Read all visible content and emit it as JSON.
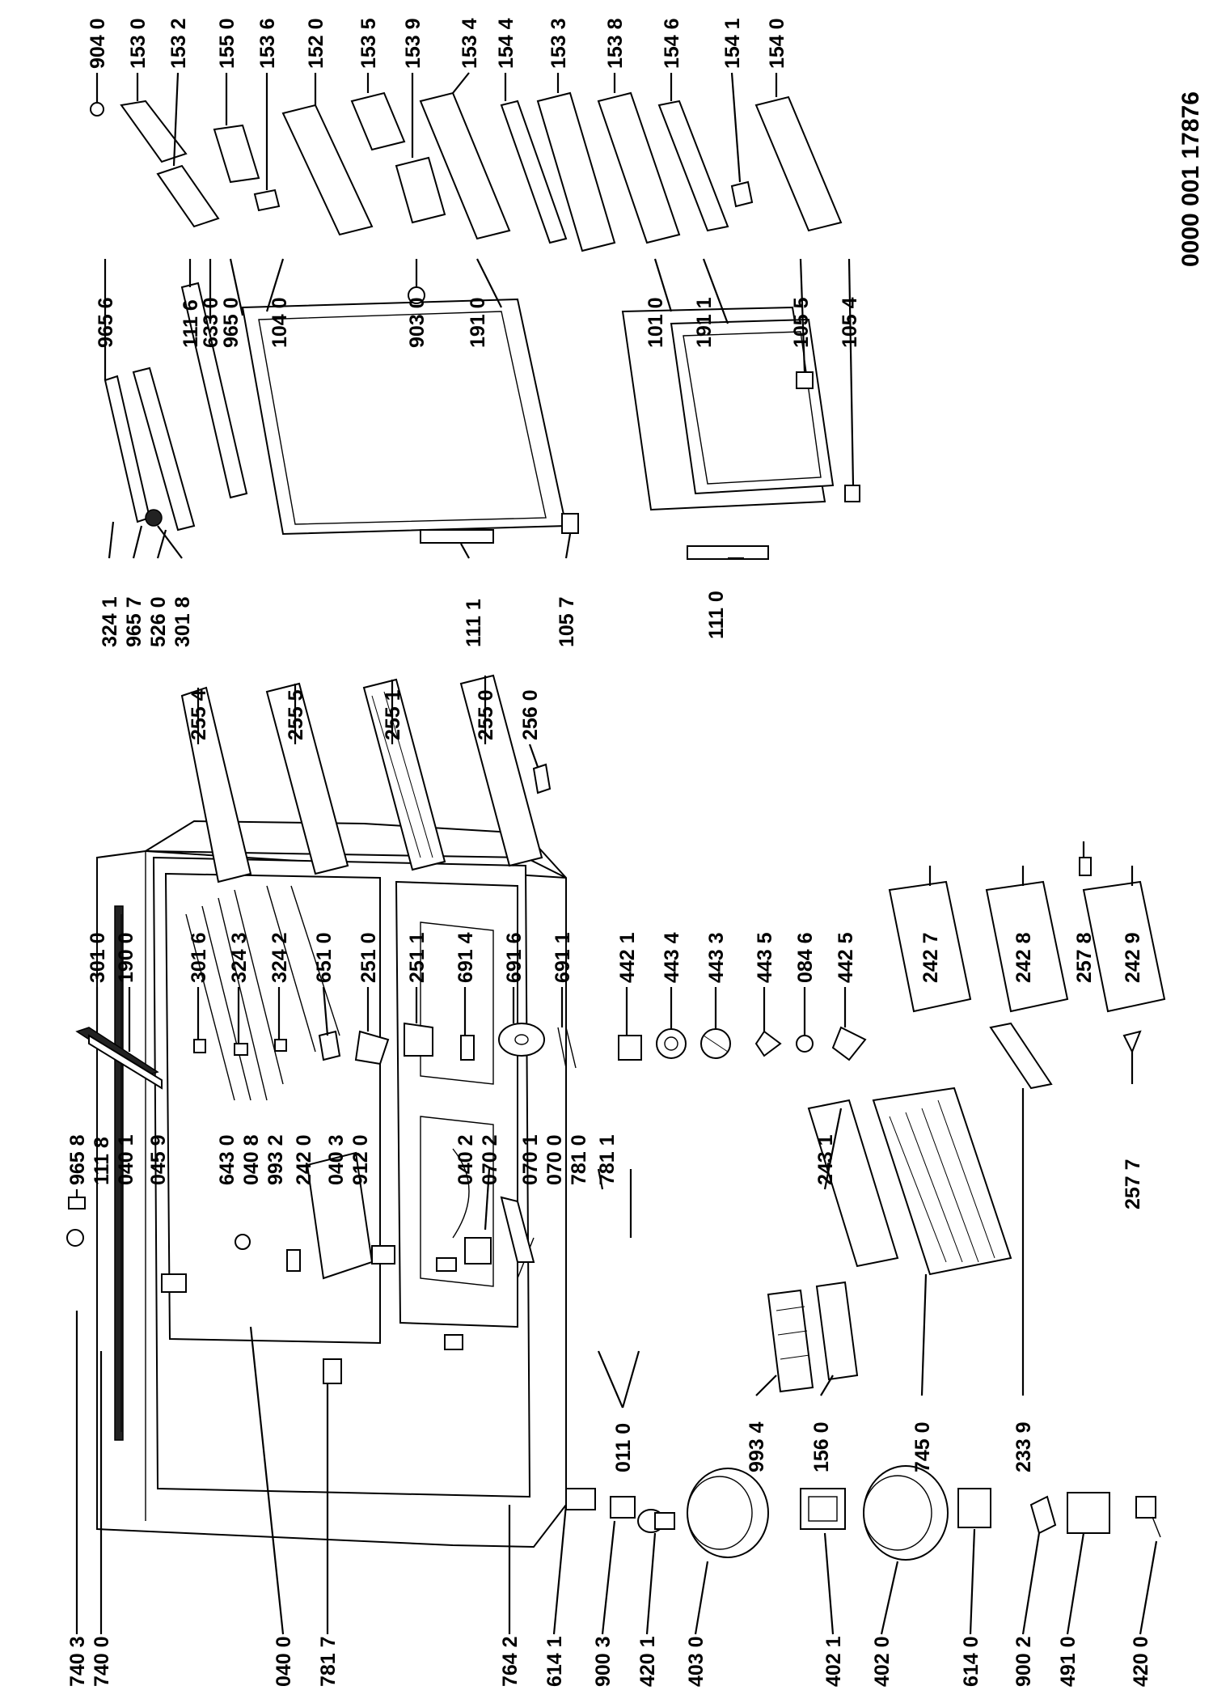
{
  "document_code": "0000 001 17876",
  "labels": [
    {
      "id": "740-3",
      "text": "740 3"
    },
    {
      "id": "740-0",
      "text": "740 0"
    },
    {
      "id": "040-0",
      "text": "040 0"
    },
    {
      "id": "781-7",
      "text": "781 7"
    },
    {
      "id": "764-2",
      "text": "764 2"
    },
    {
      "id": "614-1",
      "text": "614 1"
    },
    {
      "id": "900-3",
      "text": "900 3"
    },
    {
      "id": "420-1",
      "text": "420 1"
    },
    {
      "id": "403-0",
      "text": "403 0"
    },
    {
      "id": "402-1",
      "text": "402 1"
    },
    {
      "id": "402-0",
      "text": "402 0"
    },
    {
      "id": "614-0",
      "text": "614 0"
    },
    {
      "id": "900-2",
      "text": "900 2"
    },
    {
      "id": "491-0",
      "text": "491 0"
    },
    {
      "id": "420-0",
      "text": "420 0"
    },
    {
      "id": "011-0",
      "text": "011 0"
    },
    {
      "id": "993-4",
      "text": "993 4"
    },
    {
      "id": "156-0",
      "text": "156 0"
    },
    {
      "id": "745-0",
      "text": "745 0"
    },
    {
      "id": "233-9",
      "text": "233 9"
    },
    {
      "id": "965-8",
      "text": "965 8"
    },
    {
      "id": "111-8",
      "text": "111 8"
    },
    {
      "id": "040-1",
      "text": "040 1"
    },
    {
      "id": "045-9",
      "text": "045 9"
    },
    {
      "id": "643-0",
      "text": "643 0"
    },
    {
      "id": "040-8",
      "text": "040 8"
    },
    {
      "id": "993-2",
      "text": "993 2"
    },
    {
      "id": "242-0",
      "text": "242 0"
    },
    {
      "id": "040-3",
      "text": "040 3"
    },
    {
      "id": "912-0",
      "text": "912 0"
    },
    {
      "id": "040-2",
      "text": "040 2"
    },
    {
      "id": "070-2",
      "text": "070 2"
    },
    {
      "id": "070-1",
      "text": "070 1"
    },
    {
      "id": "070-0",
      "text": "070 0"
    },
    {
      "id": "781-0",
      "text": "781 0"
    },
    {
      "id": "781-1",
      "text": "781 1"
    },
    {
      "id": "243-1",
      "text": "243 1"
    },
    {
      "id": "301-0",
      "text": "301 0"
    },
    {
      "id": "190-0",
      "text": "190 0"
    },
    {
      "id": "301-6",
      "text": "301 6"
    },
    {
      "id": "324-3",
      "text": "324 3"
    },
    {
      "id": "324-2",
      "text": "324 2"
    },
    {
      "id": "651-0",
      "text": "651 0"
    },
    {
      "id": "251-0",
      "text": "251 0"
    },
    {
      "id": "251-1",
      "text": "251 1"
    },
    {
      "id": "691-4",
      "text": "691 4"
    },
    {
      "id": "691-6",
      "text": "691 6"
    },
    {
      "id": "691-1",
      "text": "691 1"
    },
    {
      "id": "442-1",
      "text": "442 1"
    },
    {
      "id": "443-4",
      "text": "443 4"
    },
    {
      "id": "443-3",
      "text": "443 3"
    },
    {
      "id": "443-5",
      "text": "443 5"
    },
    {
      "id": "084-6",
      "text": "084 6"
    },
    {
      "id": "442-5",
      "text": "442 5"
    },
    {
      "id": "242-7",
      "text": "242 7"
    },
    {
      "id": "242-8",
      "text": "242 8"
    },
    {
      "id": "257-8",
      "text": "257 8"
    },
    {
      "id": "242-9",
      "text": "242 9"
    },
    {
      "id": "257-7",
      "text": "257 7"
    },
    {
      "id": "255-4",
      "text": "255 4"
    },
    {
      "id": "255-5",
      "text": "255 5"
    },
    {
      "id": "255-1",
      "text": "255 1"
    },
    {
      "id": "255-0",
      "text": "255 0"
    },
    {
      "id": "256-0",
      "text": "256 0"
    },
    {
      "id": "324-1",
      "text": "324 1"
    },
    {
      "id": "965-7",
      "text": "965 7"
    },
    {
      "id": "526-0",
      "text": "526 0"
    },
    {
      "id": "301-8",
      "text": "301 8"
    },
    {
      "id": "111-1",
      "text": "111 1"
    },
    {
      "id": "105-7",
      "text": "105 7"
    },
    {
      "id": "965-6",
      "text": "965 6"
    },
    {
      "id": "111-6",
      "text": "111 6"
    },
    {
      "id": "633-0",
      "text": "633 0"
    },
    {
      "id": "965-0",
      "text": "965 0"
    },
    {
      "id": "104-0",
      "text": "104 0"
    },
    {
      "id": "903-0",
      "text": "903 0"
    },
    {
      "id": "191-0",
      "text": "191 0"
    },
    {
      "id": "101-0",
      "text": "101 0"
    },
    {
      "id": "191-1",
      "text": "191 1"
    },
    {
      "id": "105-5",
      "text": "105 5"
    },
    {
      "id": "105-4",
      "text": "105 4"
    },
    {
      "id": "111-0",
      "text": "111 0"
    },
    {
      "id": "904-0",
      "text": "904 0"
    },
    {
      "id": "153-0",
      "text": "153 0"
    },
    {
      "id": "153-2",
      "text": "153 2"
    },
    {
      "id": "155-0",
      "text": "155 0"
    },
    {
      "id": "153-6",
      "text": "153 6"
    },
    {
      "id": "152-0",
      "text": "152 0"
    },
    {
      "id": "153-5",
      "text": "153 5"
    },
    {
      "id": "153-9",
      "text": "153 9"
    },
    {
      "id": "153-4",
      "text": "153 4"
    },
    {
      "id": "154-4",
      "text": "154 4"
    },
    {
      "id": "153-3",
      "text": "153 3"
    },
    {
      "id": "153-8",
      "text": "153 8"
    },
    {
      "id": "154-6",
      "text": "154 6"
    },
    {
      "id": "154-1",
      "text": "154 1"
    },
    {
      "id": "154-0",
      "text": "154 0"
    }
  ]
}
